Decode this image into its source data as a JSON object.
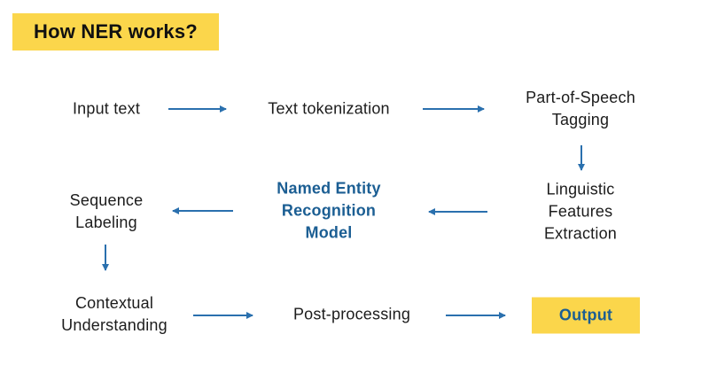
{
  "title": "How NER works?",
  "colors": {
    "highlight_yellow": "#FBD64B",
    "model_blue": "#1B5E93",
    "arrow_blue": "#2A70AE",
    "label_black": "#1C1C1C",
    "background": "#FFFFFF"
  },
  "nodes": {
    "input_text": "Input text",
    "text_tokenization": "Text tokenization",
    "pos_tagging": "Part-of-Speech\nTagging",
    "linguistic_features": "Linguistic Features\nExtraction",
    "ner_model": "Named Entity\nRecognition\nModel",
    "sequence_labeling": "Sequence\nLabeling",
    "contextual_understanding": "Contextual\nUnderstanding",
    "post_processing": "Post-processing",
    "output": "Output"
  },
  "edges": [
    {
      "from": "input_text",
      "to": "text_tokenization"
    },
    {
      "from": "text_tokenization",
      "to": "pos_tagging"
    },
    {
      "from": "pos_tagging",
      "to": "linguistic_features"
    },
    {
      "from": "linguistic_features",
      "to": "ner_model"
    },
    {
      "from": "ner_model",
      "to": "sequence_labeling"
    },
    {
      "from": "sequence_labeling",
      "to": "contextual_understanding"
    },
    {
      "from": "contextual_understanding",
      "to": "post_processing"
    },
    {
      "from": "post_processing",
      "to": "output"
    }
  ]
}
